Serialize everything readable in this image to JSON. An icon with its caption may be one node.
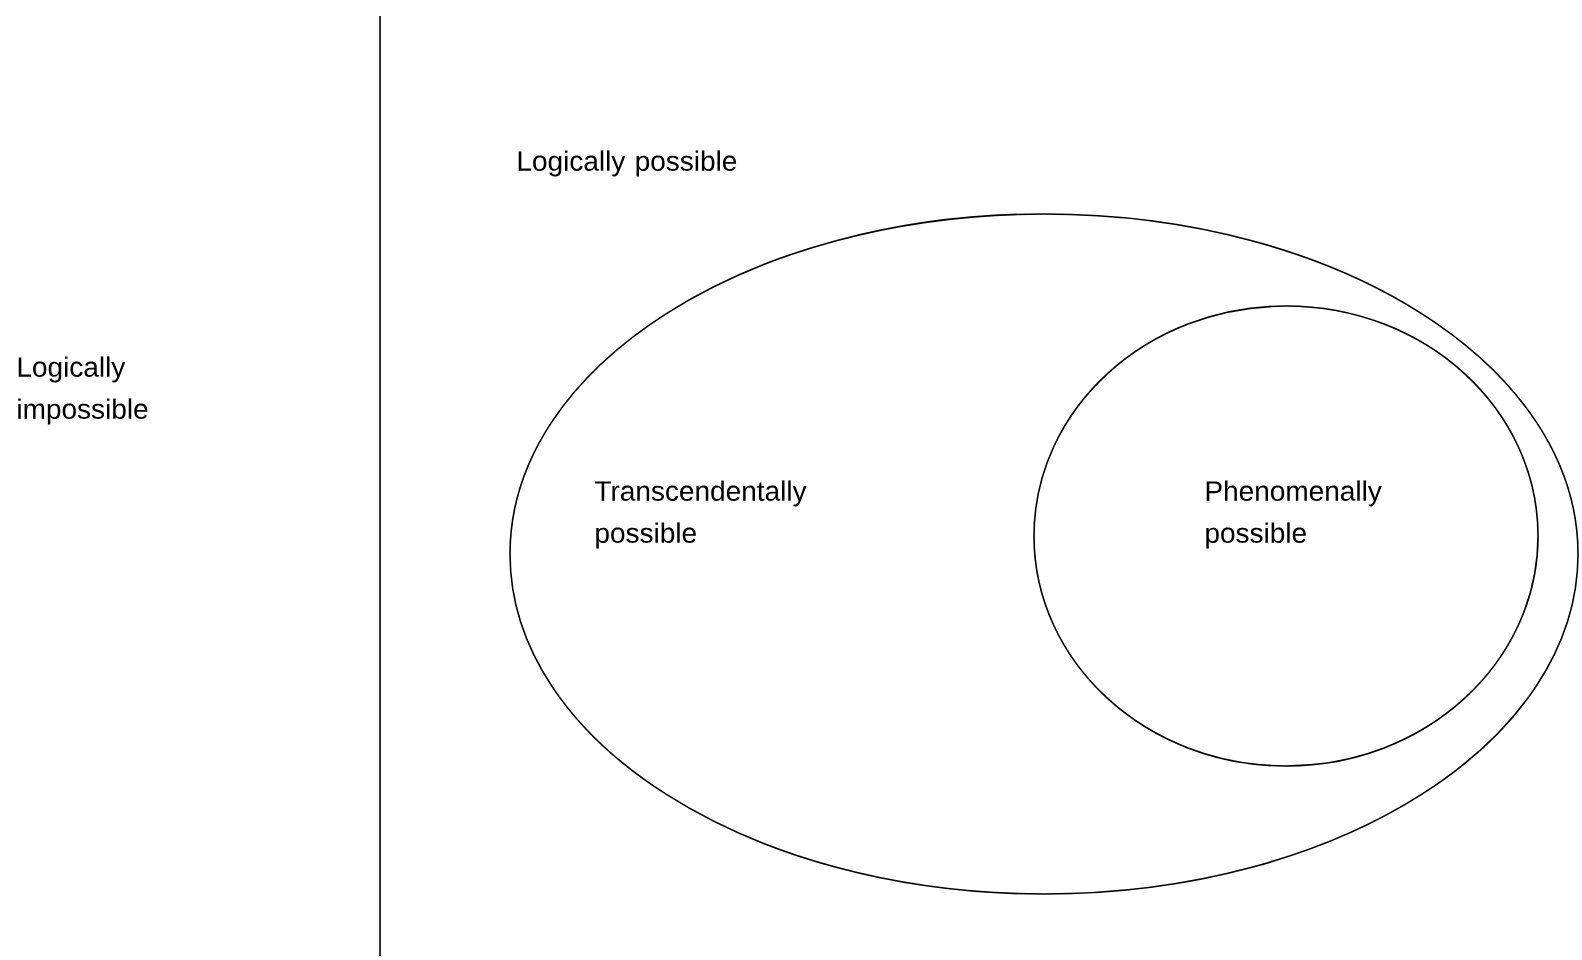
{
  "diagram": {
    "nodes": [
      {
        "text": [
          "Transcendentally possible"
        ]
      },
      {
        "text": [
          "Phenomenally possible"
        ],
        "in": 0
      }
    ],
    "labels": [
      "Logically possible",
      "Logically impossible"
    ]
  }
}
